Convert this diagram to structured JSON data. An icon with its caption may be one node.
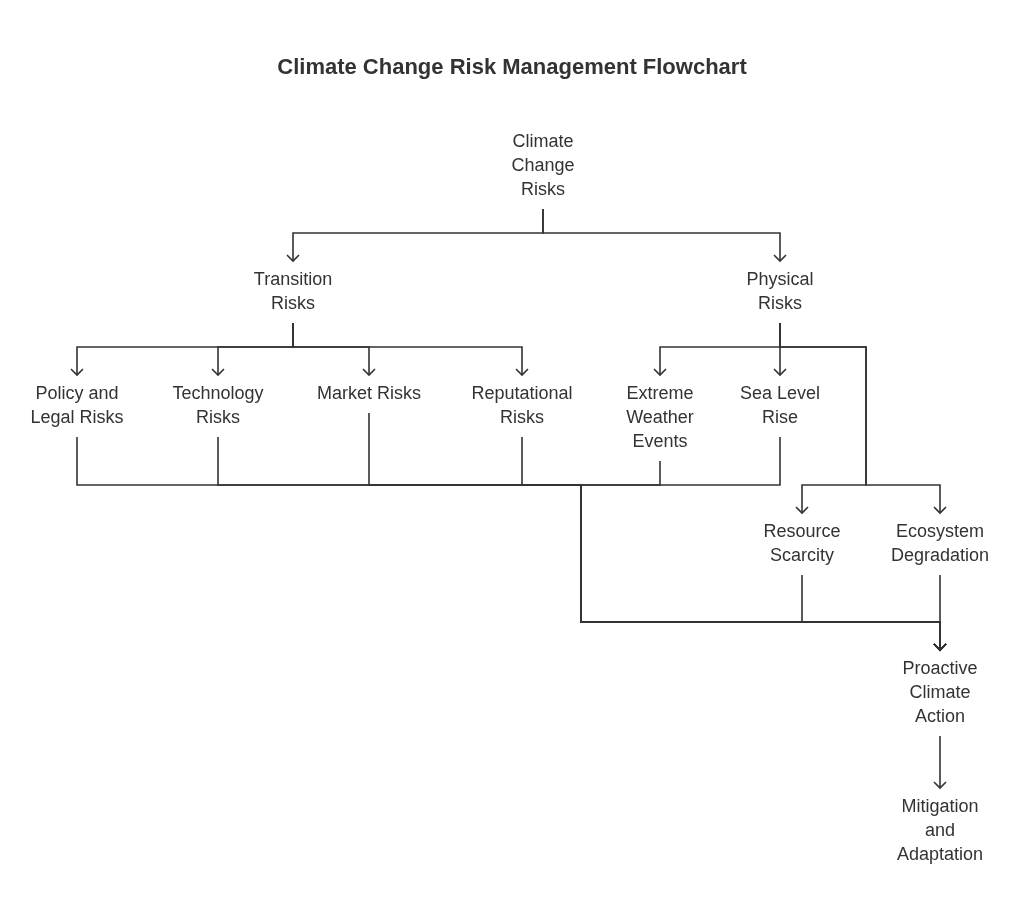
{
  "diagram": {
    "title": "Climate Change Risk Management Flowchart",
    "nodes": [
      {
        "text": [
          "Climate Change Risks"
        ]
      },
      {
        "text": [
          "Transition Risks"
        ]
      },
      {
        "text": [
          "Physical Risks"
        ]
      },
      {
        "text": [
          "Policy and Legal Risks"
        ]
      },
      {
        "text": [
          "Technology Risks"
        ]
      },
      {
        "text": [
          "Market Risks"
        ]
      },
      {
        "text": [
          "Reputational Risks"
        ]
      },
      {
        "text": [
          "Extreme Weather Events"
        ]
      },
      {
        "text": [
          "Sea Level Rise"
        ]
      },
      {
        "text": [
          "Resource Scarcity"
        ]
      },
      {
        "text": [
          "Ecosystem Degradation"
        ]
      },
      {
        "text": [
          "Proactive Climate Action"
        ]
      },
      {
        "text": [
          "Mitigation and Adaptation"
        ]
      }
    ],
    "edges": [
      {
        "from": 0,
        "to": 1,
        "arrow": "to"
      },
      {
        "from": 0,
        "to": 2,
        "arrow": "to"
      },
      {
        "from": 1,
        "to": 3,
        "arrow": "to"
      },
      {
        "from": 1,
        "to": 4,
        "arrow": "to"
      },
      {
        "from": 1,
        "to": 5,
        "arrow": "to"
      },
      {
        "from": 1,
        "to": 6,
        "arrow": "to"
      },
      {
        "from": 2,
        "to": 7,
        "arrow": "to"
      },
      {
        "from": 2,
        "to": 8,
        "arrow": "to"
      },
      {
        "from": 2,
        "to": 9,
        "arrow": "to"
      },
      {
        "from": 2,
        "to": 10,
        "arrow": "to"
      },
      {
        "from": 3,
        "to": 11,
        "arrow": "to"
      },
      {
        "from": 4,
        "to": 11,
        "arrow": "to"
      },
      {
        "from": 5,
        "to": 11,
        "arrow": "to"
      },
      {
        "from": 6,
        "to": 11,
        "arrow": "to"
      },
      {
        "from": 7,
        "to": 11,
        "arrow": "to"
      },
      {
        "from": 8,
        "to": 11,
        "arrow": "to"
      },
      {
        "from": 9,
        "to": 11,
        "arrow": "to"
      },
      {
        "from": 10,
        "to": 11,
        "arrow": "to"
      },
      {
        "from": 11,
        "to": 12,
        "arrow": "to"
      }
    ]
  }
}
